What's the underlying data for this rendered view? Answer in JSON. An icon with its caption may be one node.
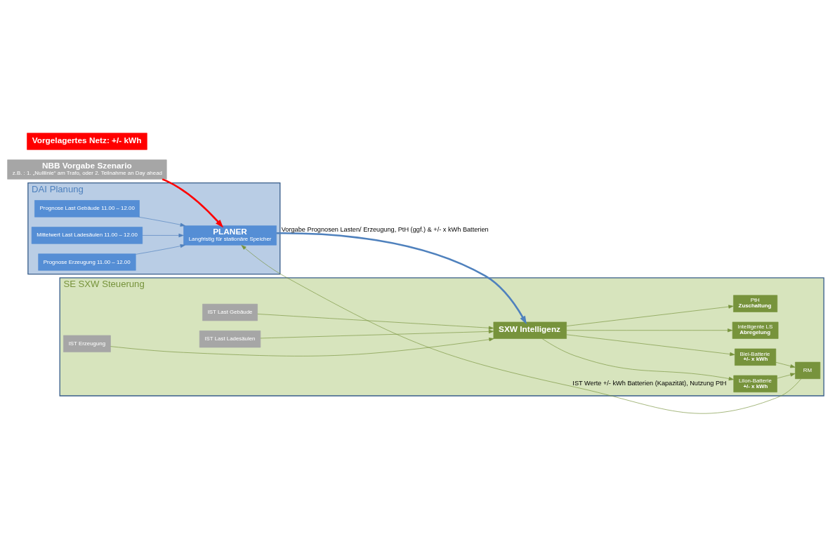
{
  "diagram": {
    "nodes": [
      {
        "text": [
          "NBB Vorgabe Szenario",
          "z.B. : 1. „Nulllinie“ am Trafo, oder 2. Teilnahme an Day ahead"
        ]
      },
      {
        "text": [
          "Vorgelagertes Netz: +/- kWh"
        ]
      },
      {
        "text": [
          "DAI Planung"
        ]
      },
      {
        "text": [
          "Prognose Last Gebäude 11.00 – 12.00"
        ],
        "in": 2
      },
      {
        "text": [
          "Mittelwert Last Ladesäulen 11.00 – 12.00"
        ],
        "in": 2
      },
      {
        "text": [
          "Prognose Erzeugung 11.00 – 12.00"
        ],
        "in": 2
      },
      {
        "text": [
          "PLANER",
          "Langfristig für stationäre Speicher"
        ],
        "in": 2
      },
      {
        "text": [
          "SE SXW Steuerung"
        ]
      },
      {
        "text": [
          "IST Last Gebäude"
        ],
        "in": 7
      },
      {
        "text": [
          "IST Last Ladesäulen"
        ],
        "in": 7
      },
      {
        "text": [
          "SXW Intelligenz"
        ],
        "in": 7
      },
      {
        "text": [
          "IST Erzeugung"
        ],
        "in": 7
      },
      {
        "text": [
          "LiIon-Batterie",
          "+/- x kWh"
        ],
        "in": 7
      },
      {
        "text": [
          "Blei-Batterie",
          "+/- x kWh"
        ],
        "in": 7
      },
      {
        "text": [
          "Intelligente LS",
          "Abregelung"
        ],
        "in": 7
      },
      {
        "text": [
          "PtH",
          "Zuschaltung"
        ],
        "in": 7
      },
      {
        "text": [
          "RM"
        ],
        "in": 7
      }
    ],
    "edges": [
      {
        "from": 0,
        "to": 6,
        "arrow": "to",
        "style": "thick",
        "color": "#ff0000"
      },
      {
        "from": 3,
        "to": 6,
        "arrow": "to",
        "color": "#4f81bd"
      },
      {
        "from": 4,
        "to": 6,
        "arrow": "to",
        "color": "#4f81bd"
      },
      {
        "from": 5,
        "to": 6,
        "arrow": "to",
        "color": "#4f81bd"
      },
      {
        "from": 6,
        "to": 10,
        "arrow": "to",
        "style": "thick",
        "color": "#4f81bd",
        "label": "Vorgabe Prognosen Lasten/ Erzeugung, PtH (ggf.) & +/- x kWh Batterien"
      },
      {
        "from": 8,
        "to": 10,
        "arrow": "to"
      },
      {
        "from": 9,
        "to": 10,
        "arrow": "to"
      },
      {
        "from": 11,
        "to": 10,
        "arrow": "to"
      },
      {
        "from": 10,
        "to": 12,
        "arrow": "to"
      },
      {
        "from": 10,
        "to": 13,
        "arrow": "to"
      },
      {
        "from": 10,
        "to": 14,
        "arrow": "to"
      },
      {
        "from": 10,
        "to": 15,
        "arrow": "to"
      },
      {
        "from": 12,
        "to": 16,
        "arrow": "to"
      },
      {
        "from": 13,
        "to": 16,
        "arrow": "to"
      },
      {
        "from": 16,
        "to": 6,
        "arrow": "to",
        "label": "IST Werte +/- kWh Batterien (Kapazität), Nutzung PtH"
      }
    ]
  }
}
